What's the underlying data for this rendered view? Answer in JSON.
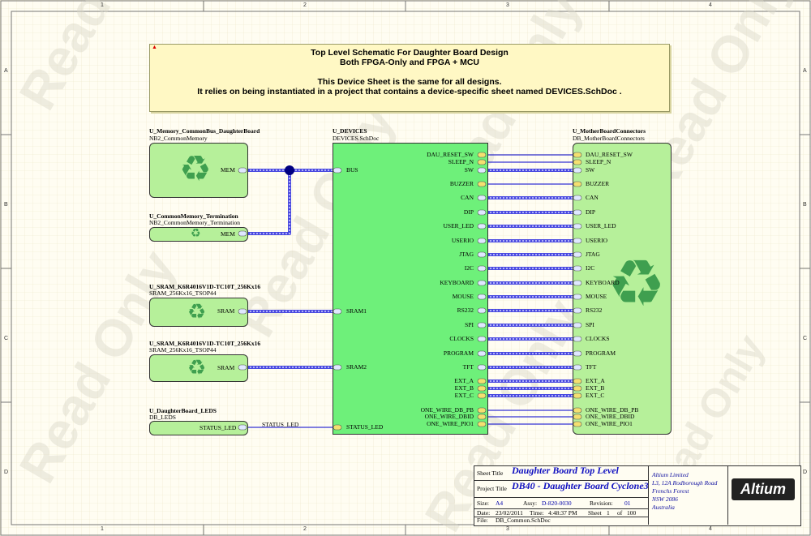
{
  "note": {
    "line1": "Top Level Schematic For Daughter Board Design",
    "line2": "Both FPGA-Only and FPGA + MCU",
    "line3": "This Device Sheet is the same for all designs.",
    "line4": "It relies on being instantiated in a project that contains a device-specific sheet named DEVICES.SchDoc ."
  },
  "zones": {
    "cols": [
      "1",
      "2",
      "3",
      "4"
    ],
    "rows": [
      "A",
      "B",
      "C",
      "D"
    ]
  },
  "sheets": {
    "memory": {
      "designator": "U_Memory_CommonBus_DaughterBoard",
      "file": "NB2_CommonMemory",
      "port": "MEM"
    },
    "termination": {
      "designator": "U_CommonMemory_Termination",
      "file": "NB2_CommonMemory_Termination",
      "port": "MEM"
    },
    "sram1": {
      "designator": "U_SRAM_K6R4016V1D-TC10T_256Kx16",
      "file": "SRAM_256Kx16_TSOP44",
      "port": "SRAM"
    },
    "sram2": {
      "designator": "U_SRAM_K6R4016V1D-TC10T_256Kx16",
      "file": "SRAM_256Kx16_TSOP44",
      "port": "SRAM"
    },
    "leds": {
      "designator": "U_DaughterBoard_LEDS",
      "file": "DB_LEDS",
      "port": "STATUS_LED"
    },
    "devices": {
      "designator": "U_DEVICES",
      "file": "DEVICES.SchDoc",
      "left_ports": [
        "BUS",
        "SRAM1",
        "SRAM2",
        "STATUS_LED"
      ],
      "right_ports": [
        "DAU_RESET_SW",
        "SLEEP_N",
        "SW",
        "BUZZER",
        "CAN",
        "DIP",
        "USER_LED",
        "USERIO",
        "JTAG",
        "I2C",
        "KEYBOARD",
        "MOUSE",
        "RS232",
        "SPI",
        "CLOCKS",
        "PROGRAM",
        "TFT",
        "EXT_A",
        "EXT_B",
        "EXT_C",
        "ONE_WIRE_DB_PB",
        "ONE_WIRE_DBID",
        "ONE_WIRE_PIO1"
      ]
    },
    "mobo": {
      "designator": "U_MotherBoardConnectors",
      "file": "DB_MotherBoardConnectors",
      "ports": [
        "DAU_RESET_SW",
        "SLEEP_N",
        "SW",
        "BUZZER",
        "CAN",
        "DIP",
        "USER_LED",
        "USERIO",
        "JTAG",
        "I2C",
        "KEYBOARD",
        "MOUSE",
        "RS232",
        "SPI",
        "CLOCKS",
        "PROGRAM",
        "TFT",
        "EXT_A",
        "EXT_B",
        "EXT_C",
        "ONE_WIRE_DB_PB",
        "ONE_WIRE_DBID",
        "ONE_WIRE_PIO1"
      ]
    }
  },
  "net_label": "STATUS_LED",
  "watermark": "Read Only",
  "title_block": {
    "sheet_title_label": "Sheet Title",
    "sheet_title": "Daughter Board Top Level",
    "project_title_label": "Project Title",
    "project_title": "DB40 - Daughter Board Cyclone3",
    "size_label": "Size:",
    "size": "A4",
    "assy_label": "Assy:",
    "assy": "D-820-0030",
    "revision_label": "Revision:",
    "revision": "01",
    "date_label": "Date:",
    "date": "23/02/2011",
    "time_label": "Time:",
    "time": "4:48:37 PM",
    "sheet_label": "Sheet",
    "sheet_no": "1",
    "of_label": "of",
    "sheet_total": "100",
    "file_label": "File:",
    "file": "DB_Common.SchDoc",
    "company": [
      "Altium Limited",
      "L3, 12A Rodborough Road",
      "Frenchs Forest",
      "NSW 2086",
      "Australia"
    ],
    "logo": "Altium"
  },
  "colors": {
    "note_bg": "#fff8c4",
    "sheet_fill": "#b6f09a",
    "device_fill": "#6ef07a",
    "bus": "#4a4ae0",
    "wire": "#0000cc",
    "junction": "#000080",
    "port_fill": "#f4e070"
  }
}
